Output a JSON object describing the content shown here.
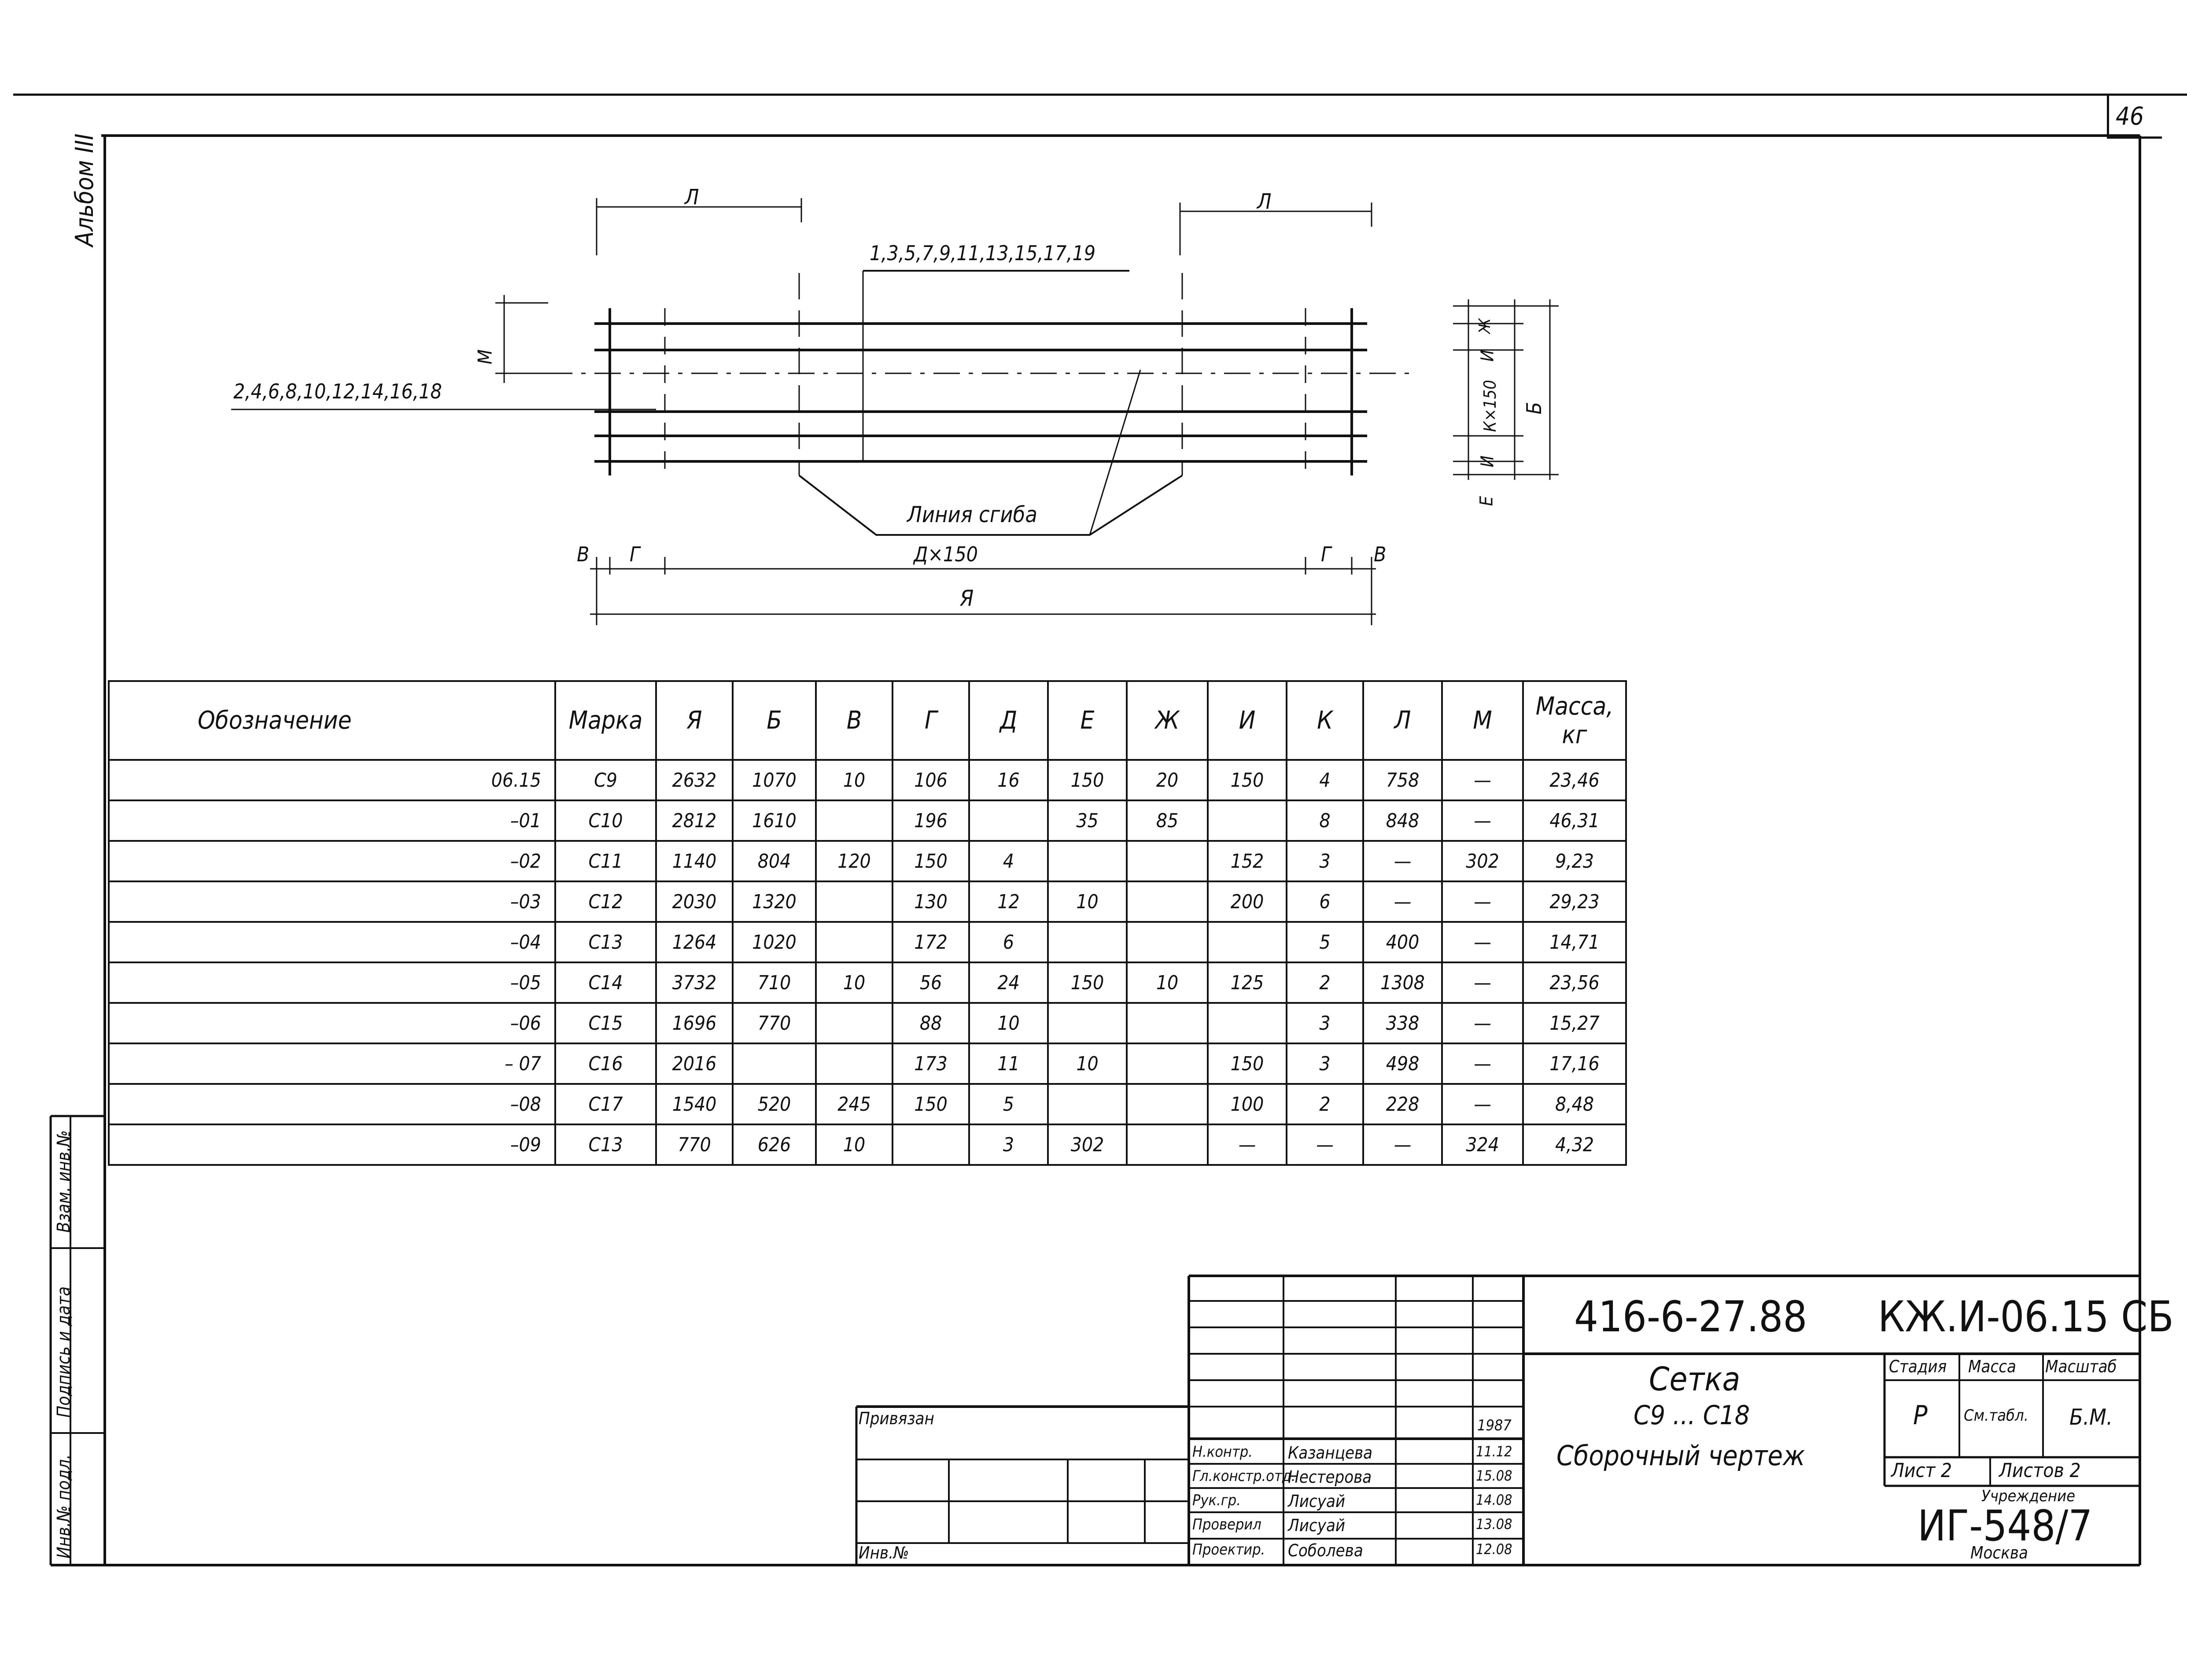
{
  "page_number": "46",
  "album_label": "Альбом III",
  "drawing": {
    "dim_L_top_left": "Л",
    "dim_L_top_right": "Л",
    "odd_bars": "1,3,5,7,9,11,13,15,17,19",
    "even_bars": "2,4,6,8,10,12,14,16,18",
    "dim_M": "М",
    "bend_line": "Линия сгиба",
    "dim_V_left": "В",
    "dim_G_left": "Г",
    "dim_D": "Д×150",
    "dim_G_right": "Г",
    "dim_V_right": "В",
    "dim_Ya": "Я",
    "dim_Zh": "Ж",
    "dim_I_top": "И",
    "dim_K": "К×150",
    "dim_B": "Б",
    "dim_I_bottom": "И",
    "dim_E": "Е"
  },
  "table": {
    "headers": [
      "Обозначение",
      "Марка",
      "Я",
      "Б",
      "В",
      "Г",
      "Д",
      "Е",
      "Ж",
      "И",
      "К",
      "Л",
      "М",
      "Масса, кг"
    ],
    "rows": [
      {
        "designation": "06.15",
        "mark": "С9",
        "Ya": "2632",
        "B": "1070",
        "V": "10",
        "G": "106",
        "D": "16",
        "E": "150",
        "Zh": "20",
        "I": "150",
        "K": "4",
        "L": "758",
        "M": "—",
        "mass": "23,46"
      },
      {
        "designation": "–01",
        "mark": "С10",
        "Ya": "2812",
        "B": "1610",
        "V": "",
        "G": "196",
        "D": "",
        "E": "35",
        "Zh": "85",
        "I": "",
        "K": "8",
        "L": "848",
        "M": "—",
        "mass": "46,31"
      },
      {
        "designation": "–02",
        "mark": "С11",
        "Ya": "1140",
        "B": "804",
        "V": "120",
        "G": "150",
        "D": "4",
        "E": "",
        "Zh": "",
        "I": "152",
        "K": "3",
        "L": "—",
        "M": "302",
        "mass": "9,23"
      },
      {
        "designation": "–03",
        "mark": "С12",
        "Ya": "2030",
        "B": "1320",
        "V": "",
        "G": "130",
        "D": "12",
        "E": "10",
        "Zh": "",
        "I": "200",
        "K": "6",
        "L": "—",
        "M": "—",
        "mass": "29,23"
      },
      {
        "designation": "–04",
        "mark": "С13",
        "Ya": "1264",
        "B": "1020",
        "V": "",
        "G": "172",
        "D": "6",
        "E": "",
        "Zh": "",
        "I": "",
        "K": "5",
        "L": "400",
        "M": "—",
        "mass": "14,71"
      },
      {
        "designation": "–05",
        "mark": "С14",
        "Ya": "3732",
        "B": "710",
        "V": "10",
        "G": "56",
        "D": "24",
        "E": "150",
        "Zh": "10",
        "I": "125",
        "K": "2",
        "L": "1308",
        "M": "—",
        "mass": "23,56"
      },
      {
        "designation": "–06",
        "mark": "С15",
        "Ya": "1696",
        "B": "770",
        "V": "",
        "G": "88",
        "D": "10",
        "E": "",
        "Zh": "",
        "I": "",
        "K": "3",
        "L": "338",
        "M": "—",
        "mass": "15,27"
      },
      {
        "designation": "– 07",
        "mark": "С16",
        "Ya": "2016",
        "B": "",
        "V": "",
        "G": "173",
        "D": "11",
        "E": "10",
        "Zh": "",
        "I": "150",
        "K": "3",
        "L": "498",
        "M": "—",
        "mass": "17,16"
      },
      {
        "designation": "–08",
        "mark": "С17",
        "Ya": "1540",
        "B": "520",
        "V": "245",
        "G": "150",
        "D": "5",
        "E": "",
        "Zh": "",
        "I": "100",
        "K": "2",
        "L": "228",
        "M": "—",
        "mass": "8,48"
      },
      {
        "designation": "–09",
        "mark": "С13",
        "Ya": "770",
        "B": "626",
        "V": "10",
        "G": "",
        "D": "3",
        "E": "302",
        "Zh": "",
        "I": "—",
        "K": "—",
        "L": "—",
        "M": "324",
        "mass": "4,32"
      }
    ]
  },
  "left_strip": {
    "inv_orig": "Инв.№ подл.",
    "sign_date": "Подпись и дата",
    "inv_repl": "Взам. инв.№"
  },
  "title_block": {
    "privyazan": "Привязан",
    "inv_no": "Инв.№",
    "code1": "416-6-27.88",
    "code2": "КЖ.И-06.15 СБ",
    "title1": "Сетка",
    "title2": "С9 ... С18",
    "title3": "Сборочный чертеж",
    "stage_h": "Стадия",
    "mass_h": "Масса",
    "scale_h": "Масштаб",
    "stage": "Р",
    "mass": "См.табл.",
    "scale": "Б.М.",
    "sheet": "Лист 2",
    "sheets": "Листов 2",
    "institution_h": "Учреждение",
    "institution": "ИГ-548/7",
    "city": "Москва",
    "year": "1987",
    "signers": [
      {
        "role": "Н.контр.",
        "name": "Казанцева",
        "date": "11.12"
      },
      {
        "role": "Гл.констр.отд.",
        "name": "Нестерова",
        "date": "15.08"
      },
      {
        "role": "Рук.гр.",
        "name": "Лисуай",
        "date": "14.08"
      },
      {
        "role": "Проверил",
        "name": "Лисуай",
        "date": "13.08"
      },
      {
        "role": "Проектир.",
        "name": "Соболева",
        "date": "12.08"
      }
    ]
  }
}
